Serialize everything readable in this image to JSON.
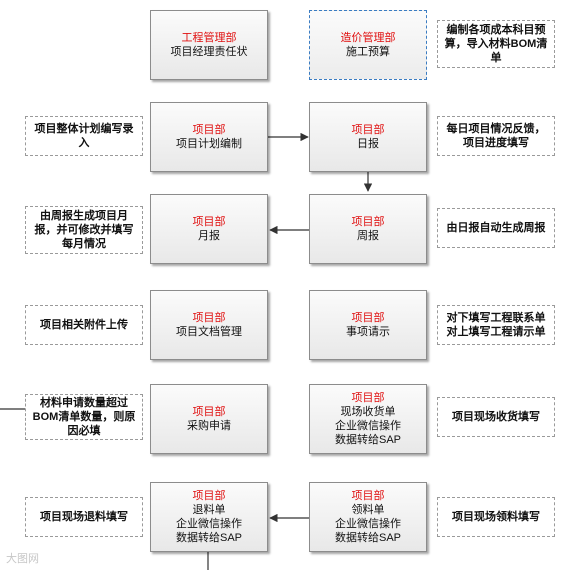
{
  "boxes": {
    "b1": {
      "dept": "工程管理部",
      "lines": [
        "项目经理责任状"
      ]
    },
    "b2": {
      "dept": "造价管理部",
      "lines": [
        "施工预算"
      ]
    },
    "b3": {
      "dept": "项目部",
      "lines": [
        "项目计划编制"
      ]
    },
    "b4": {
      "dept": "项目部",
      "lines": [
        "日报"
      ]
    },
    "b5": {
      "dept": "项目部",
      "lines": [
        "月报"
      ]
    },
    "b6": {
      "dept": "项目部",
      "lines": [
        "周报"
      ]
    },
    "b7": {
      "dept": "项目部",
      "lines": [
        "项目文档管理"
      ]
    },
    "b8": {
      "dept": "项目部",
      "lines": [
        "事项请示"
      ]
    },
    "b9": {
      "dept": "项目部",
      "lines": [
        "采购申请"
      ]
    },
    "b10": {
      "dept": "项目部",
      "lines": [
        "现场收货单",
        "企业微信操作",
        "数据转给SAP"
      ]
    },
    "b11": {
      "dept": "项目部",
      "lines": [
        "退料单",
        "企业微信操作",
        "数据转给SAP"
      ]
    },
    "b12": {
      "dept": "项目部",
      "lines": [
        "领料单",
        "企业微信操作",
        "数据转给SAP"
      ]
    }
  },
  "notes": {
    "n1": "编制各项成本科目预算，导入材料BOM清单",
    "n2": "项目整体计划编写录入",
    "n3": "每日项目情况反馈，项目进度填写",
    "n4": "由周报生成项目月报，并可修改并填写每月情况",
    "n5": "由日报自动生成周报",
    "n6": "项目相关附件上传",
    "n7": "对下填写工程联系单 对上填写工程请示单",
    "n8": "材料申请数量超过BOM清单数量，则原因必填",
    "n9": "项目现场收货填写",
    "n10": "项目现场退料填写",
    "n11": "项目现场领料填写"
  },
  "watermark": "大图网"
}
